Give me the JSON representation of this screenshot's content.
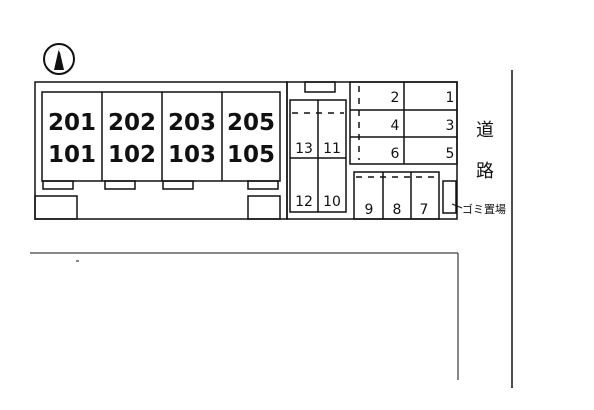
{
  "compass": {
    "letter": "N"
  },
  "building": {
    "units": [
      {
        "upper": "201",
        "lower": "101"
      },
      {
        "upper": "202",
        "lower": "102"
      },
      {
        "upper": "203",
        "lower": "103"
      },
      {
        "upper": "205",
        "lower": "105"
      }
    ]
  },
  "parking": {
    "vertical_pair_top": [
      "13",
      "11"
    ],
    "vertical_pair_bottom": [
      "12",
      "10"
    ],
    "right_rows": [
      {
        "left": "2",
        "right": "1"
      },
      {
        "left": "4",
        "right": "3"
      },
      {
        "left": "6",
        "right": "5"
      }
    ],
    "bottom_row": [
      "9",
      "8",
      "7"
    ]
  },
  "garbage": {
    "label": "ゴミ置場"
  },
  "road": {
    "chars": [
      "道",
      "路"
    ]
  }
}
